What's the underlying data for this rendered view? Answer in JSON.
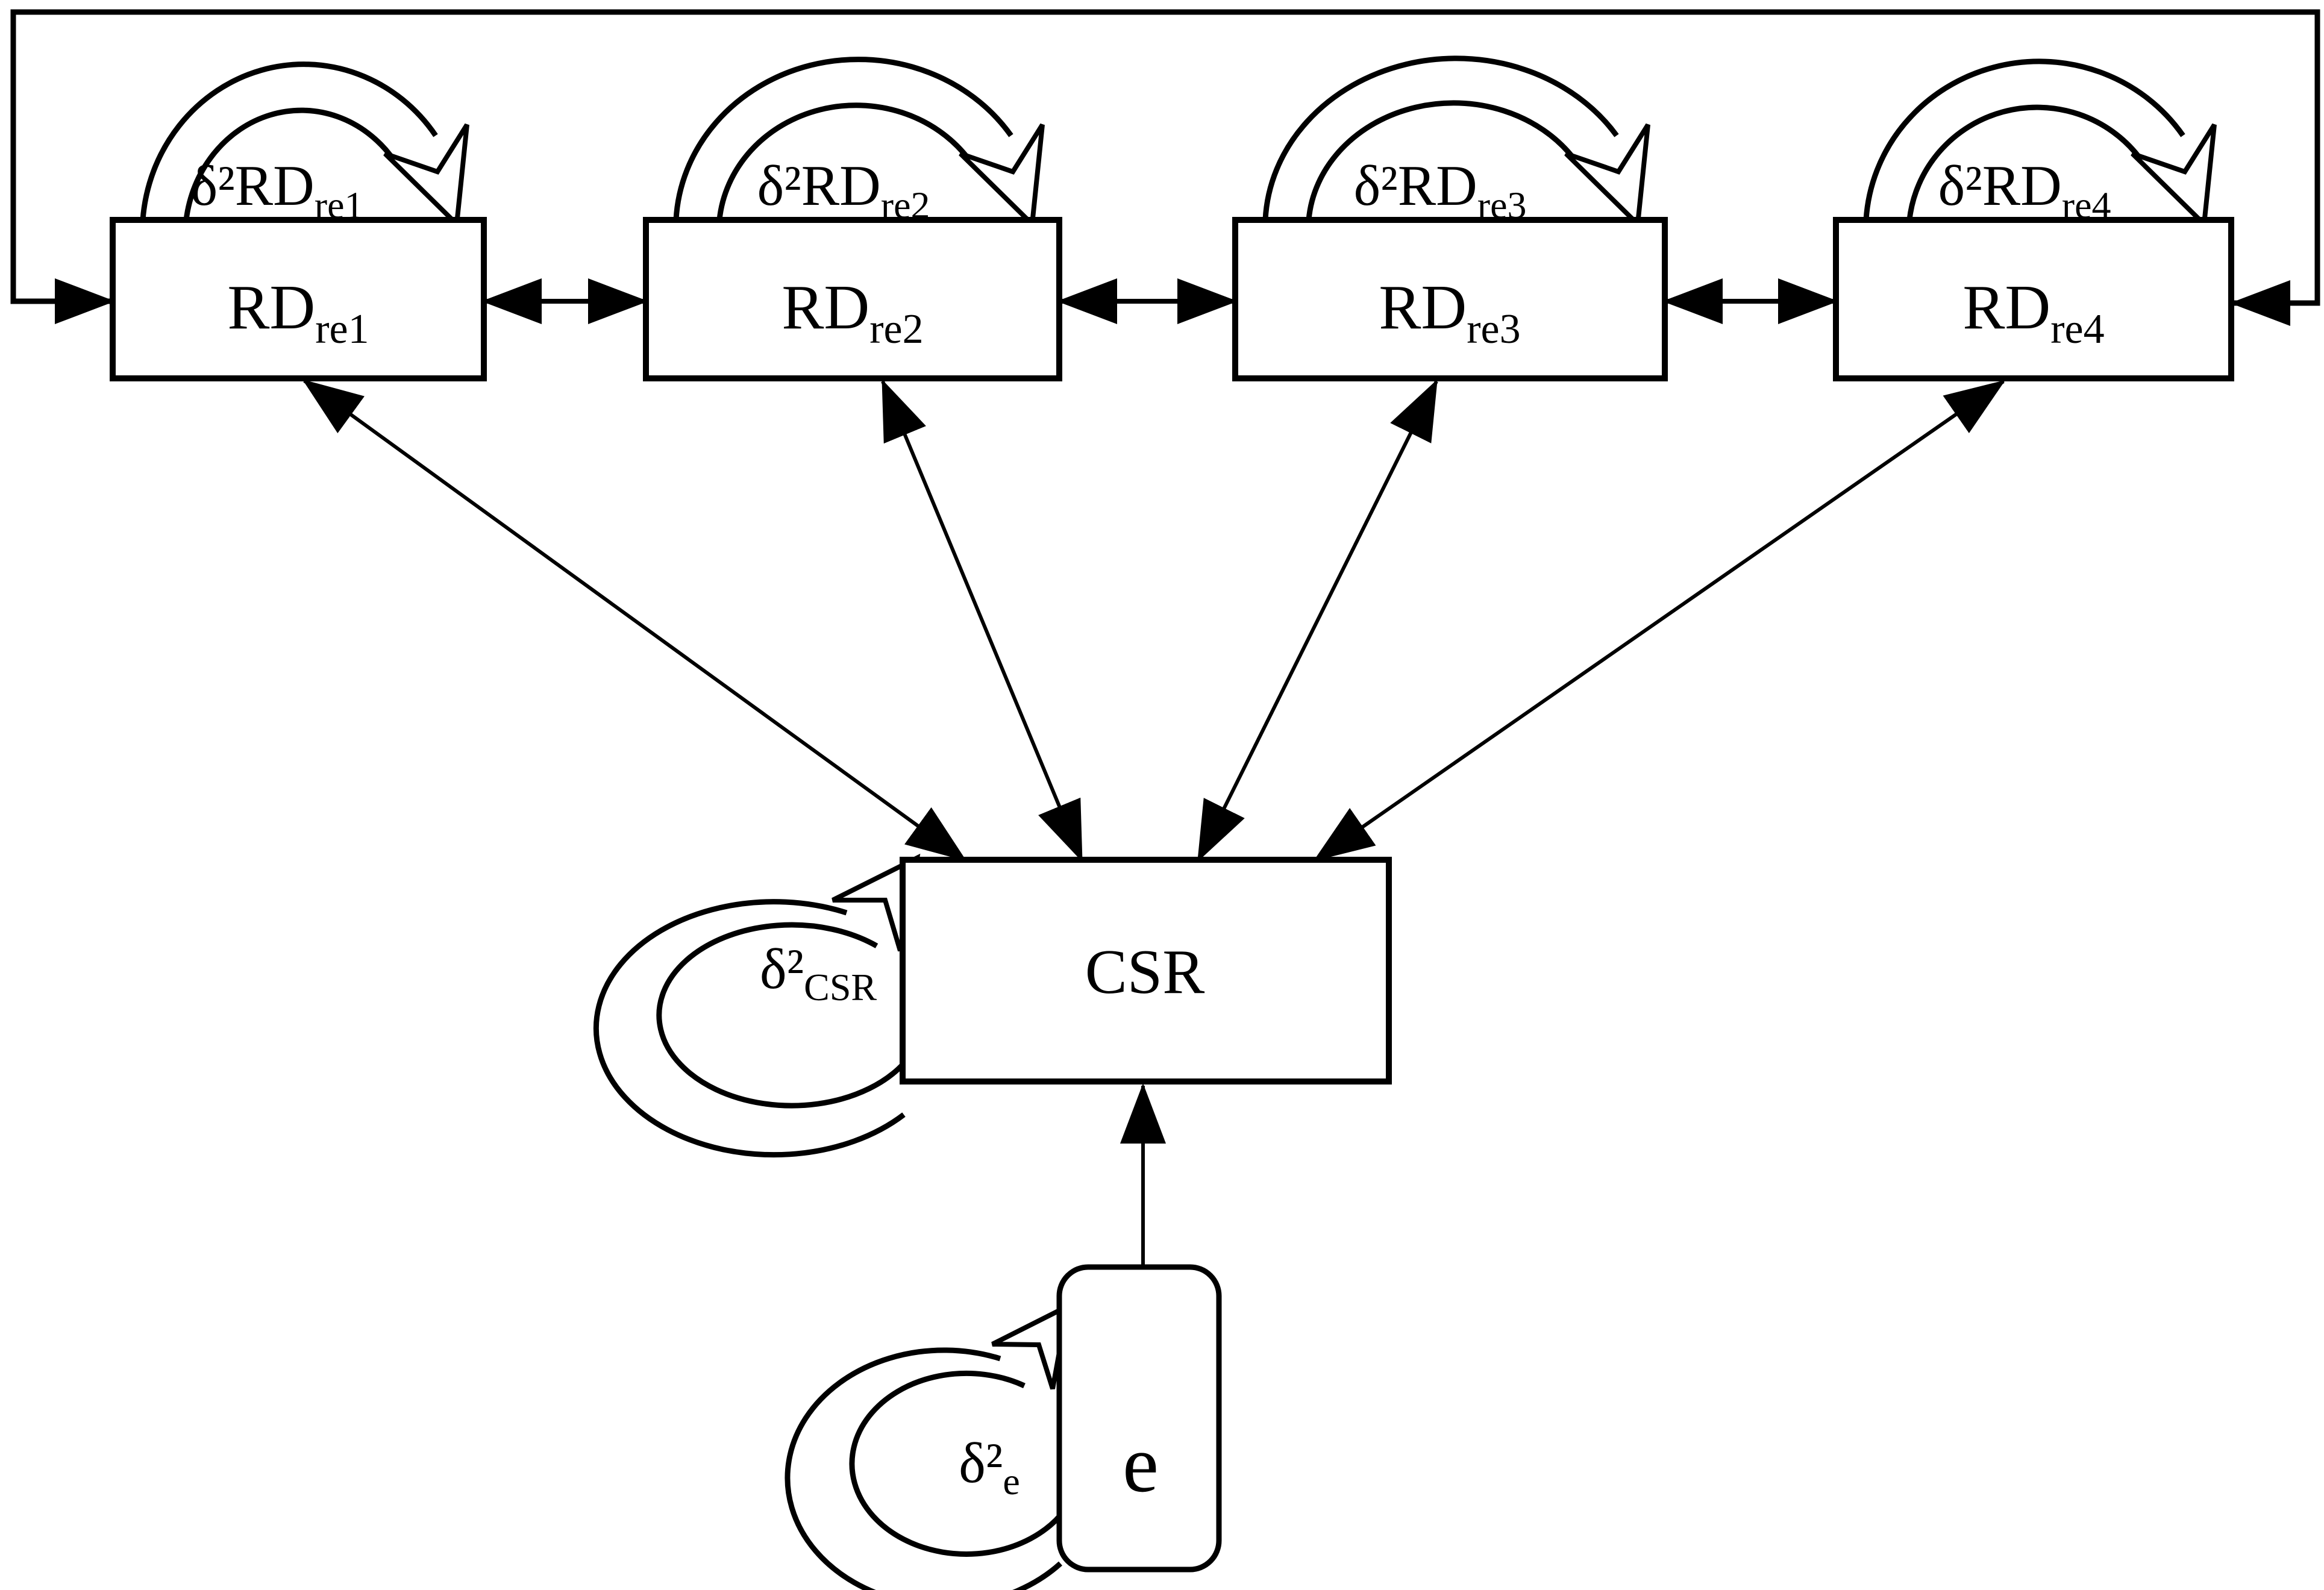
{
  "diagram": {
    "type": "sem-path-model",
    "background_color": "#ffffff",
    "line_color": "#000000",
    "indicators": [
      {
        "box_main": "RD",
        "box_sub": "re1",
        "var_main": "δ²RD",
        "var_sub": "re1"
      },
      {
        "box_main": "RD",
        "box_sub": "re2",
        "var_main": "δ²RD",
        "var_sub": "re2"
      },
      {
        "box_main": "RD",
        "box_sub": "re3",
        "var_main": "δ²RD",
        "var_sub": "re3"
      },
      {
        "box_main": "RD",
        "box_sub": "re4",
        "var_main": "δ²RD",
        "var_sub": "re4"
      }
    ],
    "latent": {
      "box_label": "CSR",
      "var_main": "δ²",
      "var_sub": "CSR"
    },
    "error": {
      "box_label": "e",
      "var_main": "δ²",
      "var_sub": "e"
    }
  }
}
